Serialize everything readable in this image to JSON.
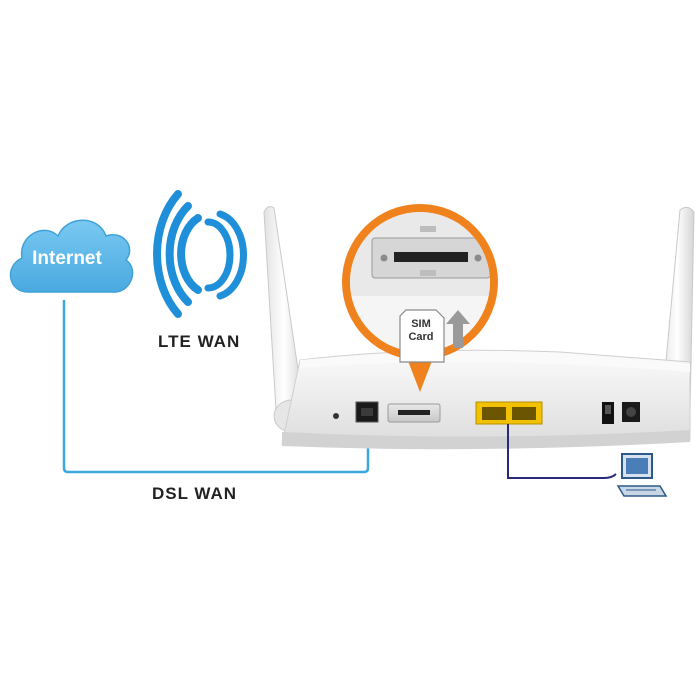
{
  "labels": {
    "internet": "Internet",
    "lte_wan": "LTE  WAN",
    "dsl_wan": "DSL  WAN",
    "sim_card_line1": "SIM",
    "sim_card_line2": "Card"
  },
  "colors": {
    "cloud": "#5bb8ea",
    "cloud_edge": "#3ea2d8",
    "wireless": "#1e8fd8",
    "dsl_line": "#3aa7dd",
    "lan_line": "#2a2a7a",
    "zoom_ring": "#f0821e",
    "router_body": "#f1f1f1",
    "lan_ports": "#f2c200"
  },
  "icons": [
    "cloud-icon",
    "wireless-signal-icon",
    "computer-icon",
    "sim-card-icon",
    "up-arrow-icon"
  ]
}
